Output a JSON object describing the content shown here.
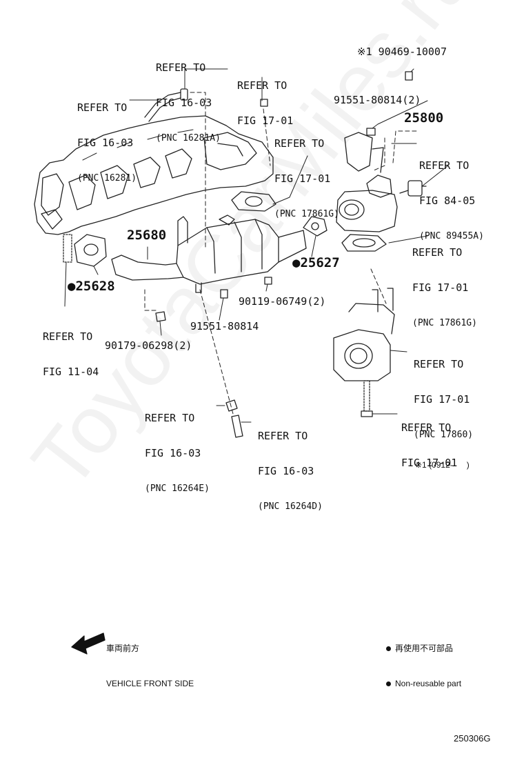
{
  "watermark": "ToyotaCarMiles.ru",
  "callouts": {
    "c1": {
      "l1": "REFER TO",
      "l2": "FIG 16-03",
      "pnc": "(PNC 16281A)"
    },
    "c2": {
      "l1": "REFER TO",
      "l2": "FIG 16-03",
      "pnc": "(PNC 16281)"
    },
    "c3": {
      "l1": "REFER TO",
      "l2": "FIG 17-01"
    },
    "c4": {
      "l1": "REFER TO",
      "l2": "FIG 17-01",
      "pnc": "(PNC 17861G)"
    },
    "c5": {
      "l1": "REFER TO",
      "l2": "FIG 84-05",
      "pnc": "(PNC 89455A)"
    },
    "c6": {
      "l1": "REFER TO",
      "l2": "FIG 17-01",
      "pnc": "(PNC 17861G)"
    },
    "c7": {
      "l1": "REFER TO",
      "l2": "FIG 11-04"
    },
    "c8": {
      "l1": "REFER TO",
      "l2": "FIG 17-01",
      "pnc": "(PNC 17860)"
    },
    "c9": {
      "l1": "REFER TO",
      "l2": "FIG 16-03",
      "pnc": "(PNC 16264E)"
    },
    "c10": {
      "l1": "REFER TO",
      "l2": "FIG 16-03",
      "pnc": "(PNC 16264D)"
    },
    "c11": {
      "l1": "REFER TO",
      "l2": "FIG 17-01"
    }
  },
  "parts": {
    "p1": "※1 90469-10007",
    "p2": "91551-80814(2)",
    "p3": "25800",
    "p4": "25680",
    "p5": "●25627",
    "p6": "●25628",
    "p7": "90119-06749(2)",
    "p8": "91551-80814",
    "p9": "90179-06298(2)"
  },
  "footnote": "※1 (0912-      )",
  "front": {
    "jp": "車両前方",
    "en": "VEHICLE FRONT SIDE"
  },
  "legend": {
    "jp": "再使用不可部品",
    "en": "Non-reusable part"
  },
  "figure_id": "250306G"
}
